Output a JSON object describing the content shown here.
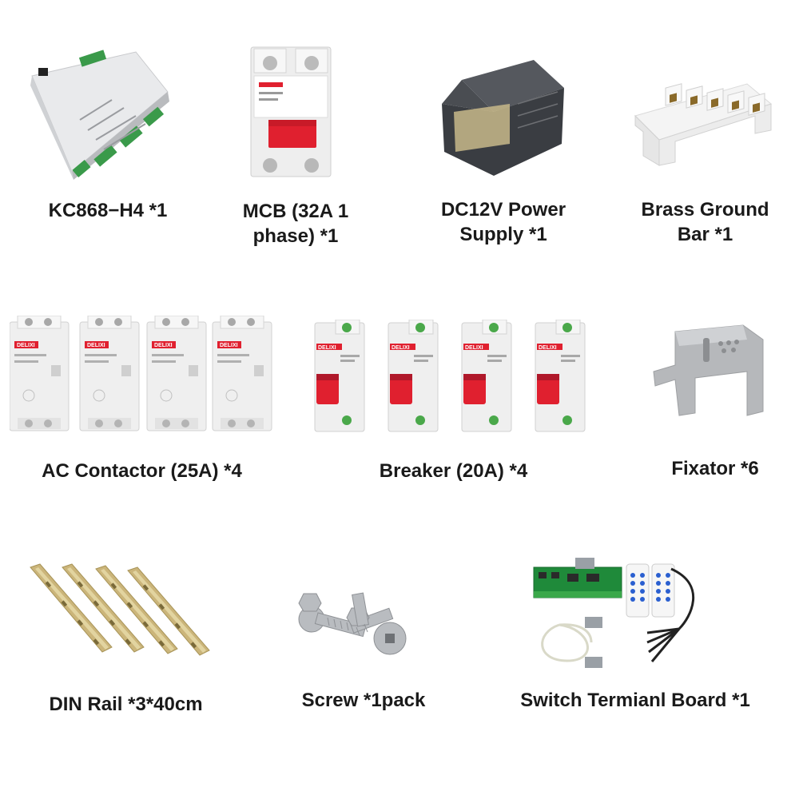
{
  "items": [
    {
      "label_lines": [
        "KC868−H4 *1"
      ]
    },
    {
      "label_lines": [
        "MCB (32A 1",
        "phase) *1"
      ]
    },
    {
      "label_lines": [
        "DC12V Power",
        "Supply  *1"
      ]
    },
    {
      "label_lines": [
        "Brass Ground",
        "Bar *1"
      ]
    },
    {
      "label_lines": [
        "AC Contactor (25A) *4"
      ]
    },
    {
      "label_lines": [
        "Breaker (20A) *4"
      ]
    },
    {
      "label_lines": [
        "Fixator *6"
      ]
    },
    {
      "label_lines": [
        "DIN Rail *3*40cm"
      ]
    },
    {
      "label_lines": [
        "Screw *1pack"
      ]
    },
    {
      "label_lines": [
        "Switch Termianl Board *1"
      ]
    }
  ],
  "brand_marks": {
    "contactor_brand": "DELIXI",
    "breaker_brand": "DELIXI"
  },
  "colors": {
    "text": "#1a1a1a",
    "device_body": "#eeeeee",
    "breaker_red": "#e0202f",
    "terminal_green": "#3a9a4a",
    "pcb_green": "#1f8a3a",
    "psu_dark": "#3a3d42",
    "rail_gold": "#cbb57a",
    "steel": "#b9bcc0",
    "remote_blue": "#2a5fd0"
  }
}
